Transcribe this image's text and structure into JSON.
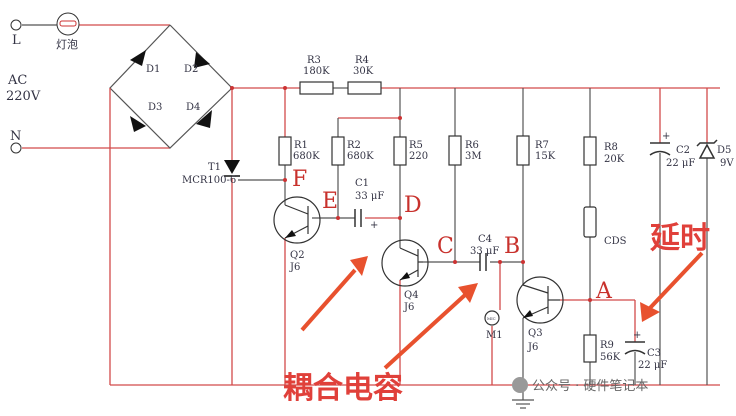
{
  "terminals": {
    "L": "L",
    "N": "N",
    "source": "AC",
    "voltage": "220V",
    "lamp": "灯泡"
  },
  "components": {
    "D1": "D1",
    "D2": "D2",
    "D3": "D3",
    "D4": "D4",
    "T1": "T1",
    "T1_part": "MCR100-6",
    "R1": "R1",
    "R1_val": "680K",
    "R2": "R2",
    "R2_val": "680K",
    "R3": "R3",
    "R3_val": "180K",
    "R4": "R4",
    "R4_val": "30K",
    "R5": "R5",
    "R5_val": "220",
    "R6": "R6",
    "R6_val": "3M",
    "R7": "R7",
    "R7_val": "15K",
    "R8": "R8",
    "R8_val": "20K",
    "R9": "R9",
    "R9_val": "56K",
    "C1": "C1",
    "C1_val": "33 μF",
    "C2": "C2",
    "C2_val": "22 μF",
    "C3": "C3",
    "C3_val": "22 μF",
    "C4": "C4",
    "C4_val": "33 μF",
    "D5": "D5",
    "D5_val": "9V",
    "CDS": "CDS",
    "Q2": "Q2",
    "Q2_type": "J6",
    "Q3": "Q3",
    "Q3_type": "J6",
    "Q4": "Q4",
    "Q4_type": "J6",
    "M1": "M1",
    "M1_mark": "MIC",
    "plus": "+"
  },
  "nodes": {
    "A": "A",
    "B": "B",
    "C": "C",
    "D": "D",
    "E": "E",
    "F": "F"
  },
  "annotations": {
    "delay": "延时",
    "coupling_cap": "耦合电容"
  },
  "watermark": "公众号 · 硬件笔记本"
}
